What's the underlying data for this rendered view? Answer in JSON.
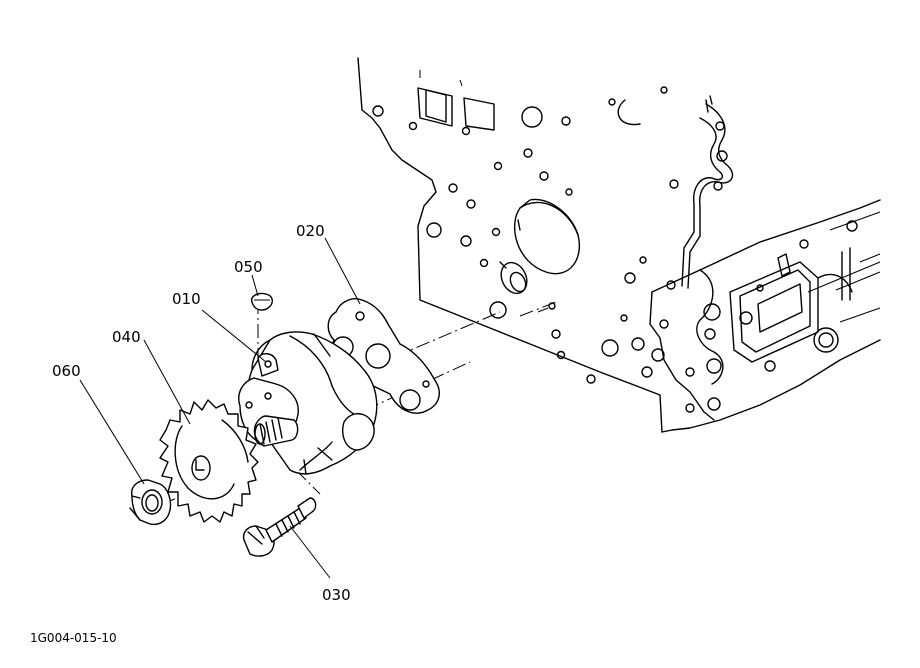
{
  "callouts": {
    "pump": "010",
    "gasket": "020",
    "bolt": "030",
    "gear": "040",
    "key": "050",
    "nut": "060"
  },
  "drawing_id": "1G004-015-10"
}
